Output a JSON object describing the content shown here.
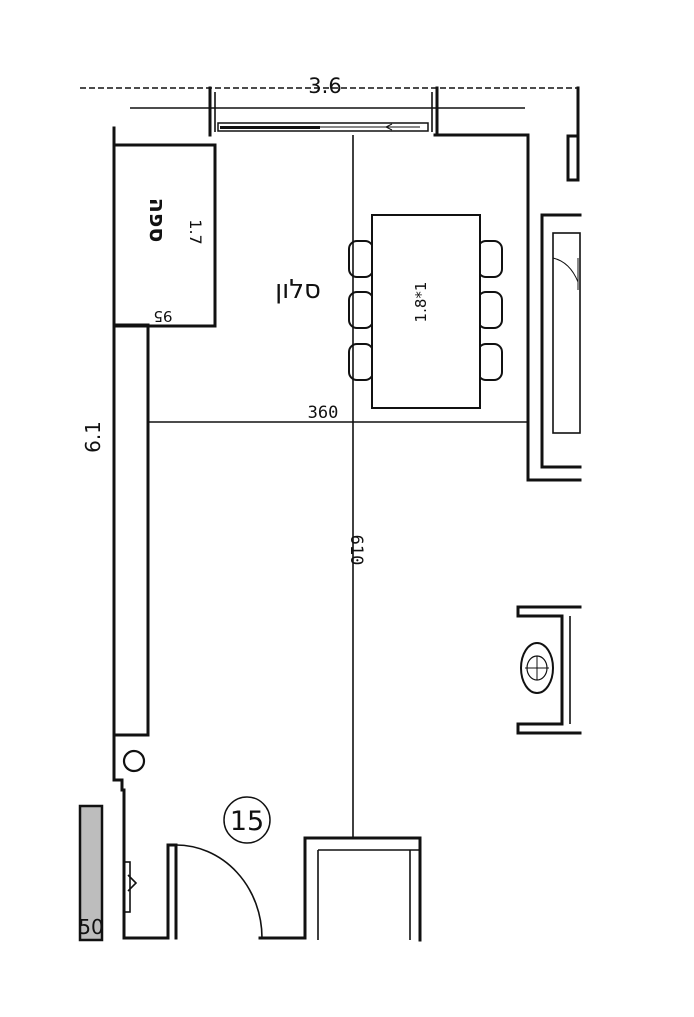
{
  "room": {
    "name": "סלון",
    "number": "15",
    "top_dimension": "3.6",
    "side_dimension": "6.1",
    "width_cm": "360",
    "length_cm": "610"
  },
  "sofa": {
    "label": "ספה",
    "length": "1.7",
    "depth": "95",
    "label_color": "#d0194a"
  },
  "table": {
    "size": "1.8*1"
  },
  "bottom_left_label": "50",
  "colors": {
    "lines": "#111111",
    "gray_block": "#bdbdbd"
  }
}
